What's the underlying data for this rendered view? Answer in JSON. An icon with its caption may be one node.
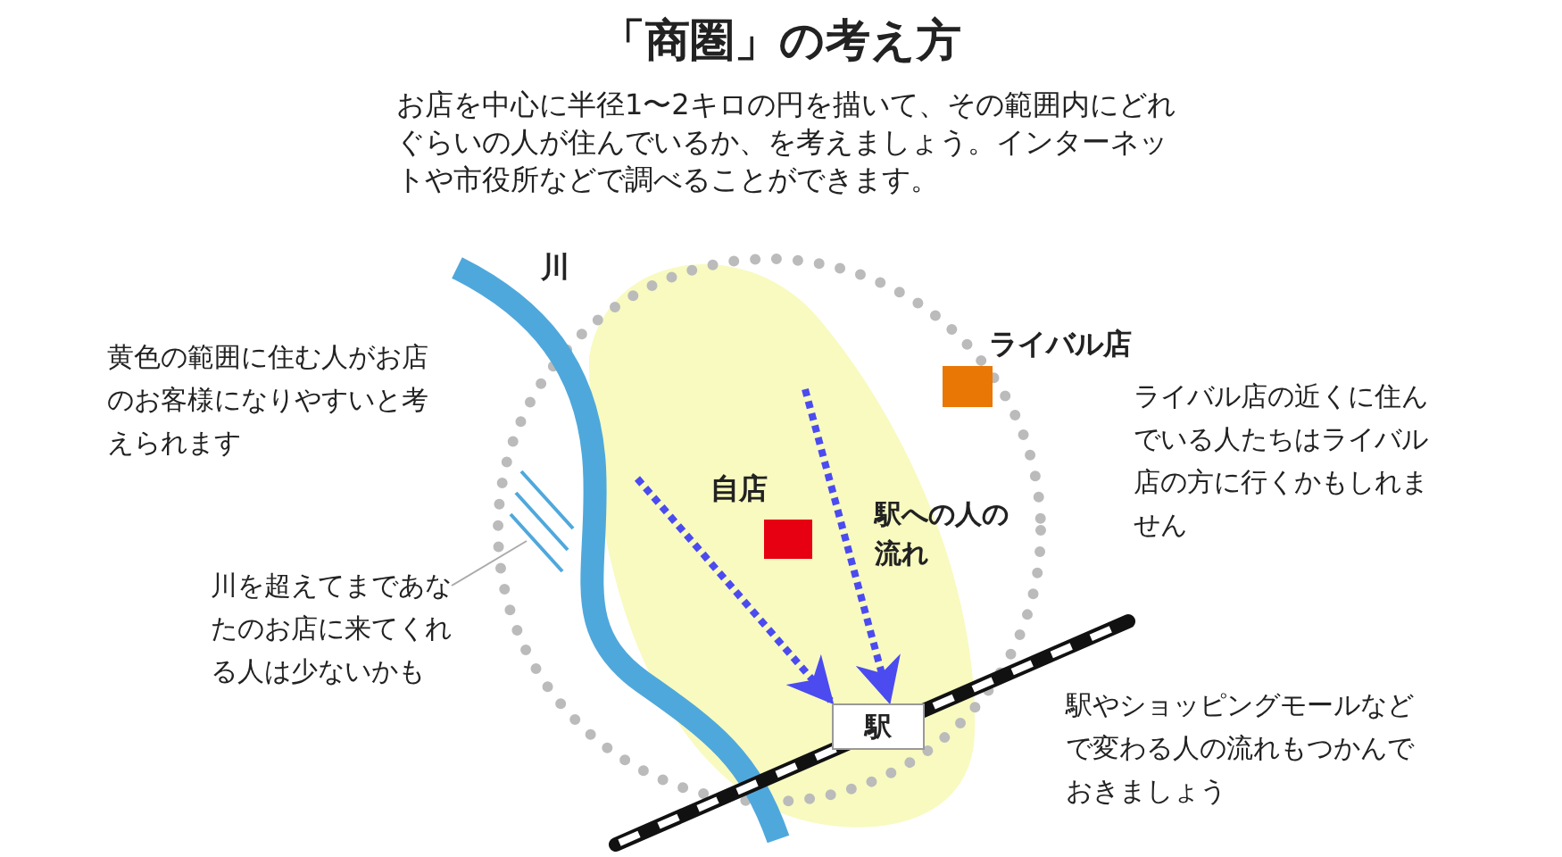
{
  "diagram": {
    "title": "「商圏」の考え方",
    "nodes": [
      {
        "text": [
          "自店"
        ]
      },
      {
        "text": [
          "ライバル店"
        ]
      },
      {
        "text": [
          "駅"
        ]
      },
      {
        "text": [
          "川を超えてまであなたのお店に来てくれる人は少ないかも"
        ]
      }
    ],
    "edges": [
      {
        "from": null,
        "to": 2,
        "arrow": "to",
        "style": "dashed"
      },
      {
        "from": null,
        "to": 2,
        "arrow": "to",
        "style": "dashed"
      },
      {
        "from": 3,
        "to": null,
        "arrow": "none",
        "color": "#aaaaaa"
      }
    ],
    "labels": [
      "お店を中心に半径1〜2キロの円を描いて、その範囲内にどれぐらいの人が住んでいるか、を考えましょう。インターネットや市役所などで調べることができます。",
      "川",
      "黄色の範囲に住む人がお店のお客様になりやすいと考えられます",
      "ライバル店の近くに住んでいる人たちはライバル店の方に行くかもしれません",
      "駅への人の流れ",
      "駅やショッピングモールなどで変わる人の流れもつかんでおきましょう"
    ]
  }
}
